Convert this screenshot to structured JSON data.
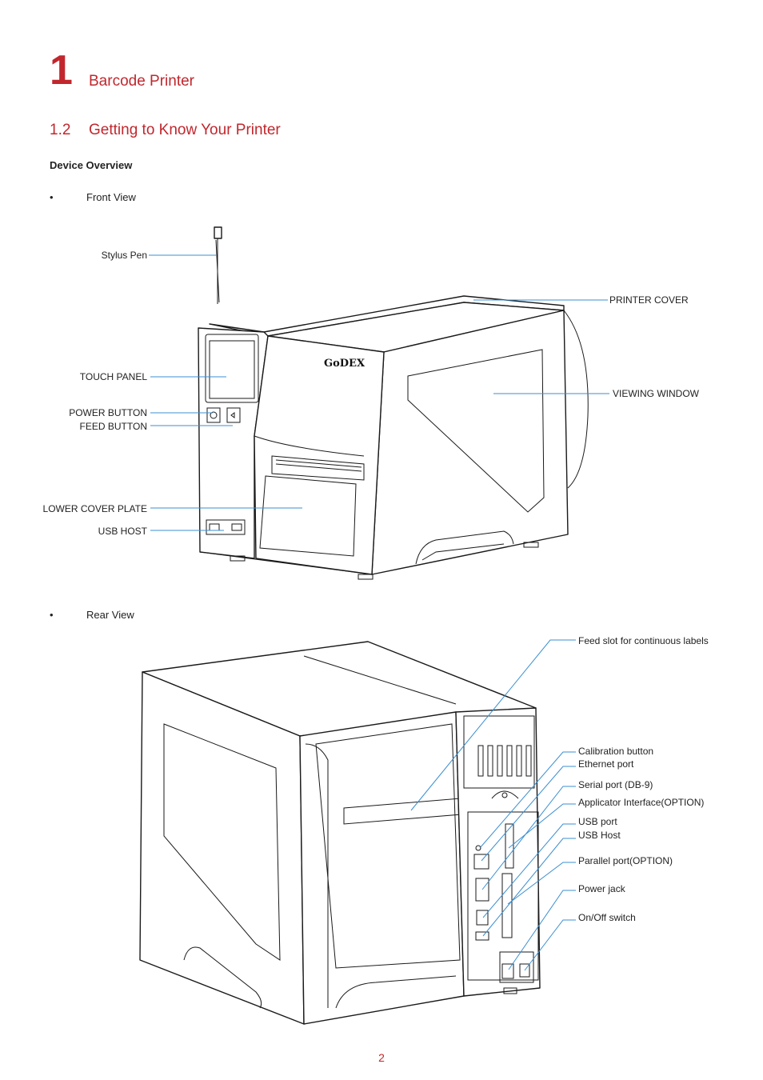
{
  "chapter": {
    "number": "1",
    "title": "Barcode Printer"
  },
  "section": {
    "number": "1.2",
    "title": "Getting to Know Your Printer"
  },
  "subheading": "Device Overview",
  "bullet_symbol": "•",
  "front_view": {
    "heading": "Front View",
    "labels": {
      "stylus_pen": "Stylus Pen",
      "printer_cover": "PRINTER COVER",
      "touch_panel": "TOUCH PANEL",
      "viewing_window": "VIEWING WINDOW",
      "power_button": "POWER BUTTON",
      "feed_button": "FEED BUTTON",
      "lower_cover_plate": "LOWER COVER PLATE",
      "usb_host": "USB HOST"
    }
  },
  "rear_view": {
    "heading": "Rear View",
    "labels": {
      "feed_slot": "Feed slot for continuous labels",
      "calibration_button": "Calibration button",
      "ethernet_port": "Ethernet port",
      "serial_port": "Serial port (DB-9)",
      "applicator_interface": "Applicator Interface(OPTION)",
      "usb_port": "USB port",
      "usb_host": "USB Host",
      "parallel_port": "Parallel port(OPTION)",
      "power_jack": "Power jack",
      "on_off_switch": "On/Off switch"
    }
  },
  "brand_logo_text": "GoDEX",
  "page_number": "2",
  "colors": {
    "heading_red": "#c1272d",
    "leader_blue": "#3b8fd1"
  }
}
